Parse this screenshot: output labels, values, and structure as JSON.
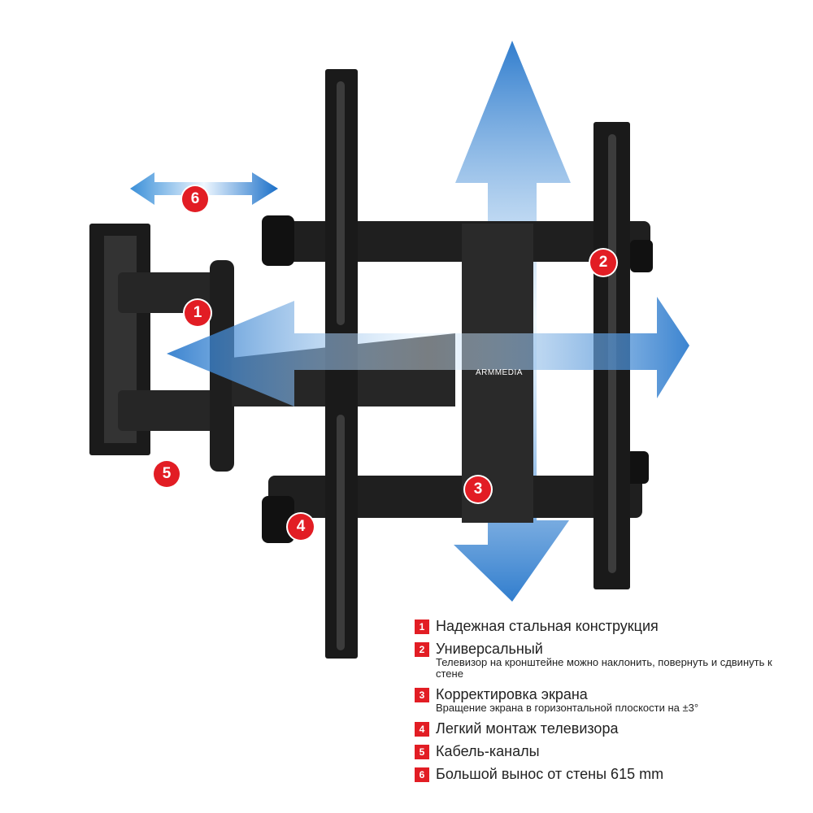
{
  "brand": "ARMMEDIA",
  "accent_color": "#e21d24",
  "arrow_color": "#1a7fd0",
  "callouts": [
    "1",
    "2",
    "3",
    "4",
    "5",
    "6"
  ],
  "legend": [
    {
      "num": "1",
      "title": "Надежная стальная конструкция"
    },
    {
      "num": "2",
      "title": "Универсальный",
      "subtitle": "Телевизор на кронштейне можно наклонить, повернуть и сдвинуть к стене"
    },
    {
      "num": "3",
      "title": "Корректировка экрана",
      "subtitle": "Вращение экрана в горизонтальной плоскости на ±3°"
    },
    {
      "num": "4",
      "title": "Легкий монтаж телевизора"
    },
    {
      "num": "5",
      "title": "Кабель-каналы"
    },
    {
      "num": "6",
      "title": "Большой вынос от стены 615 mm"
    }
  ]
}
